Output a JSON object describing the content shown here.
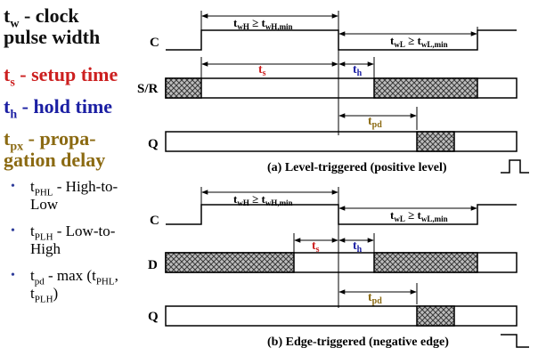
{
  "legend": {
    "tw": {
      "sym": "t",
      "sub": "w",
      "rest": " - clock",
      "line2": "pulse width",
      "color": "#111111"
    },
    "ts": {
      "sym": "t",
      "sub": "s",
      "rest": " - setup time",
      "color": "#cc1f1f"
    },
    "th": {
      "sym": "t",
      "sub": "h",
      "rest": " - hold time",
      "color": "#1b1fa3"
    },
    "tpx": {
      "sym": "t",
      "sub": "px",
      "rest": " - propa-",
      "line2": "gation delay",
      "color": "#8b6a12"
    },
    "items": [
      {
        "sym": "t",
        "sub": "PHL",
        "rest": " - High-to-",
        "line2": "Low"
      },
      {
        "sym": "t",
        "sub": "PLH",
        "rest": " - Low-to-",
        "line2": "High"
      },
      {
        "sym": "t",
        "sub": "pd",
        "rest": " - max (t",
        "sub2": "PHL",
        "rest2": ",",
        "line2sym": "t",
        "line2sub": "PLH",
        "line2rest": ")"
      }
    ],
    "bullet": "•"
  },
  "diagram_a": {
    "clock_label": "C",
    "input_label": "S/R",
    "output_label": "Q",
    "twH_label": {
      "t": "t",
      "sub": "wH",
      "ge": " ≥ t",
      "sub2": "wH,min"
    },
    "twL_label": {
      "t": "t",
      "sub": "wL",
      "ge": " ≥ t",
      "sub2": "wL,min"
    },
    "ts_label": {
      "t": "t",
      "sub": "s"
    },
    "th_label": {
      "t": "t",
      "sub": "h"
    },
    "tpd_label": {
      "t": "t",
      "sub": "pd"
    },
    "caption": "(a) Level-triggered (positive level)"
  },
  "diagram_b": {
    "clock_label": "C",
    "input_label": "D",
    "output_label": "Q",
    "twH_label": {
      "t": "t",
      "sub": "wH",
      "ge": " ≥ t",
      "sub2": "wH,min"
    },
    "twL_label": {
      "t": "t",
      "sub": "wL",
      "ge": " ≥ t",
      "sub2": "wL,min"
    },
    "ts_label": {
      "t": "t",
      "sub": "s"
    },
    "th_label": {
      "t": "t",
      "sub": "h"
    },
    "tpd_label": {
      "t": "t",
      "sub": "pd"
    },
    "caption": "(b) Edge-triggered (negative edge)"
  },
  "colors": {
    "setup": "#cc1f1f",
    "hold": "#1b1fa3",
    "prop": "#8b6a12",
    "line": "#000000",
    "hatch": "#444444"
  }
}
